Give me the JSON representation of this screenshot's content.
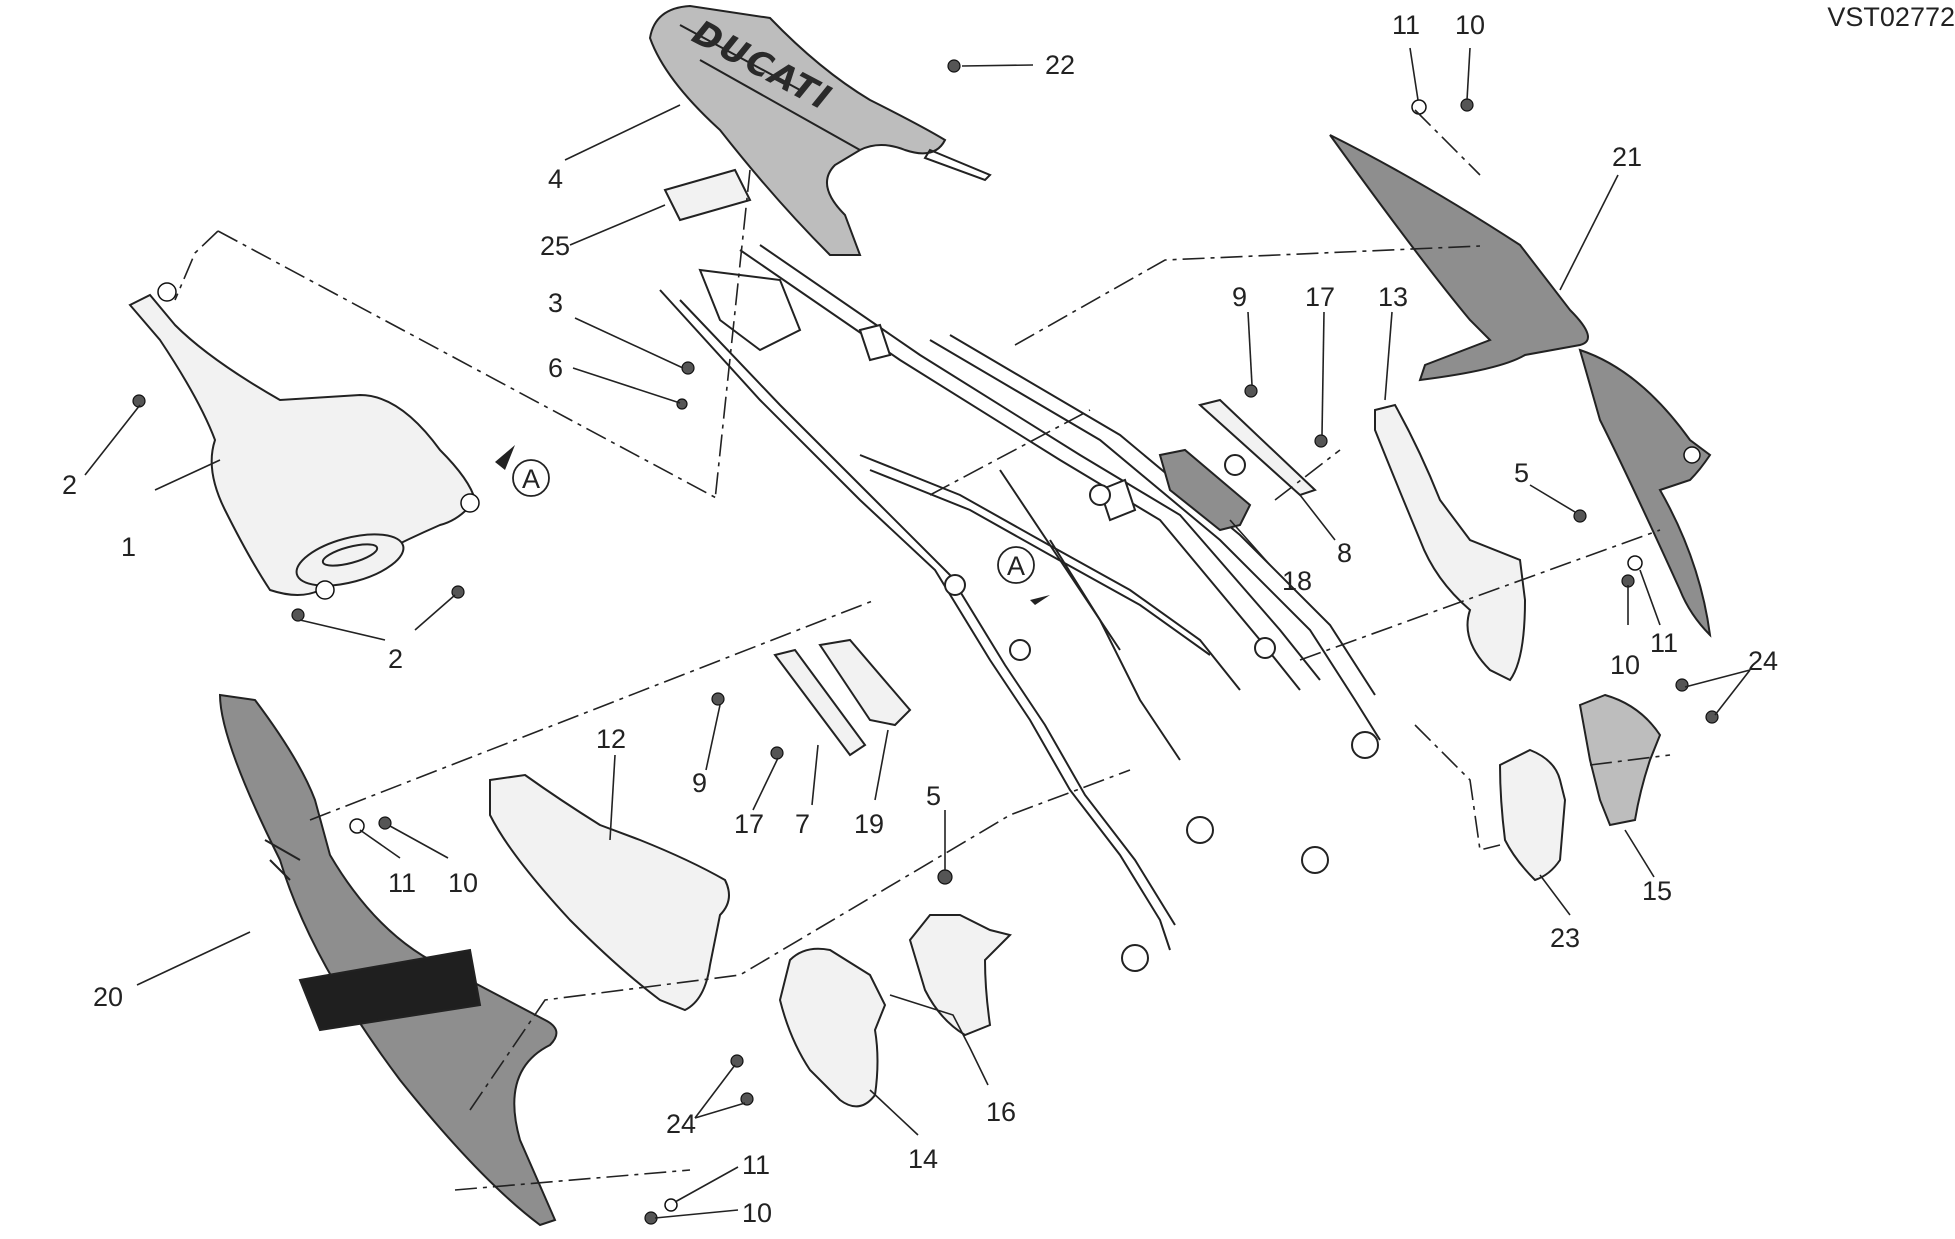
{
  "ref_code": "VST02772",
  "brand_text": "DUCATI",
  "section_marker": "A",
  "callouts": {
    "c1": "1",
    "c2a": "2",
    "c2b": "2",
    "c3": "3",
    "c4": "4",
    "c5a": "5",
    "c5b": "5",
    "c6": "6",
    "c7": "7",
    "c8": "8",
    "c9a": "9",
    "c9b": "9",
    "c10a": "10",
    "c10b": "10",
    "c10c": "10",
    "c10d": "10",
    "c11a": "11",
    "c11b": "11",
    "c11c": "11",
    "c11d": "11",
    "c12": "12",
    "c13": "13",
    "c14": "14",
    "c15": "15",
    "c16": "16",
    "c17a": "17",
    "c17b": "17",
    "c18": "18",
    "c19": "19",
    "c20": "20",
    "c21": "21",
    "c22": "22",
    "c23": "23",
    "c24a": "24",
    "c24b": "24",
    "c25": "25"
  },
  "colors": {
    "line": "#222222",
    "panel_dark": "#8e8e8e",
    "panel_mid": "#bdbdbd",
    "panel_light": "#f2f2f2",
    "background": "#ffffff"
  }
}
